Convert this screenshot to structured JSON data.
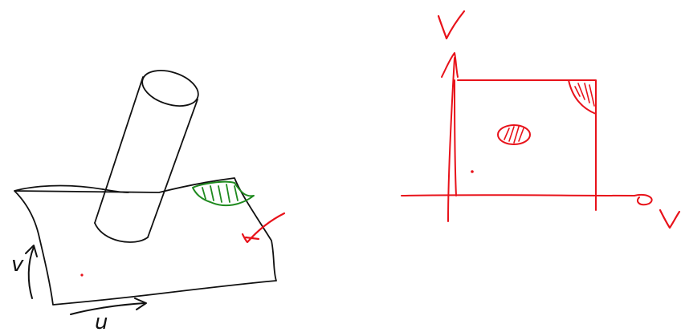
{
  "left_figure": {
    "axis_u_label": "u",
    "axis_v_label": "v",
    "colors": {
      "surface_ink": "#111111",
      "highlight_region": "#1f8a1f",
      "annotation": "#e8121a"
    },
    "icons": {
      "cylinder": "cylinder-shape",
      "surface": "curved-surface-patch",
      "highlight": "hatched-region",
      "annotation": "red-checkmark"
    }
  },
  "right_figure": {
    "colors": {
      "sketch_ink": "#e8121a"
    },
    "icons": {
      "square": "parameter-domain-square",
      "center_blob": "hatched-ellipse",
      "corner_region": "hatched-corner-wedge",
      "v_axis": "hand-drawn-v",
      "u_axis": "hand-drawn-u"
    }
  }
}
